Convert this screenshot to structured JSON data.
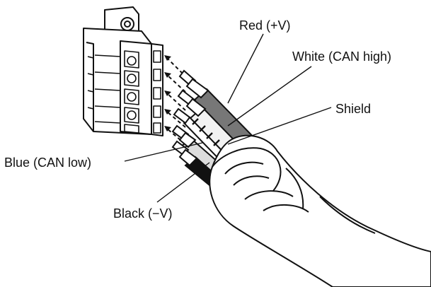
{
  "diagram": {
    "labels": {
      "red": "Red (+V)",
      "white": "White (CAN high)",
      "shield": "Shield",
      "blue": "Blue (CAN low)",
      "black": "Black (−V)"
    }
  },
  "colors": {
    "outline": "#111111",
    "wire_red": "#777777",
    "wire_white": "#f2f2f2",
    "wire_blue": "#dcdcdc",
    "wire_black": "#111111",
    "background": "#ffffff"
  }
}
